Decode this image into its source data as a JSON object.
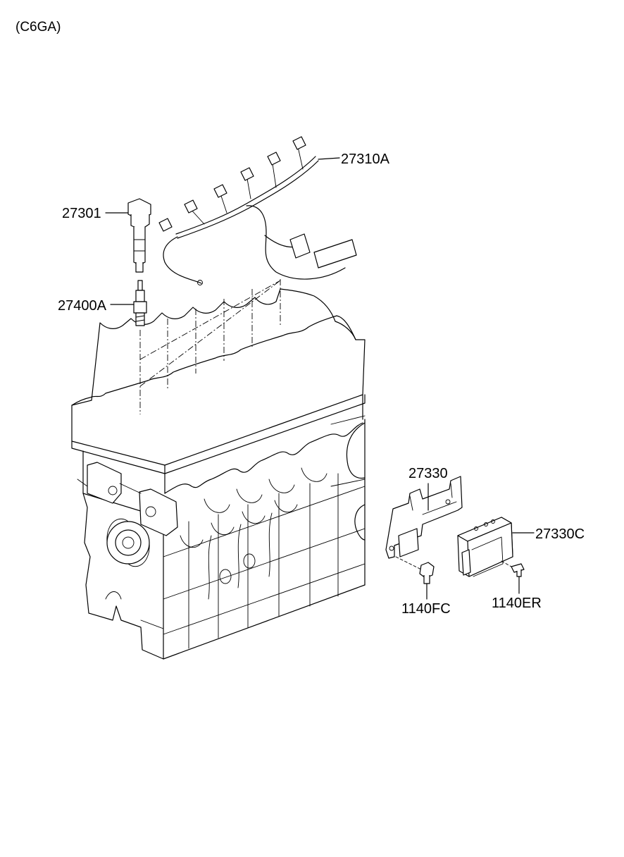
{
  "header": {
    "model_code": "(C6GA)"
  },
  "parts": [
    {
      "id": "harness",
      "label": "27310A"
    },
    {
      "id": "coil",
      "label": "27301"
    },
    {
      "id": "plug",
      "label": "27400A"
    },
    {
      "id": "bracket",
      "label": "27330"
    },
    {
      "id": "module",
      "label": "27330C"
    },
    {
      "id": "bolt-left",
      "label": "1140FC"
    },
    {
      "id": "bolt-right",
      "label": "1140ER"
    }
  ]
}
